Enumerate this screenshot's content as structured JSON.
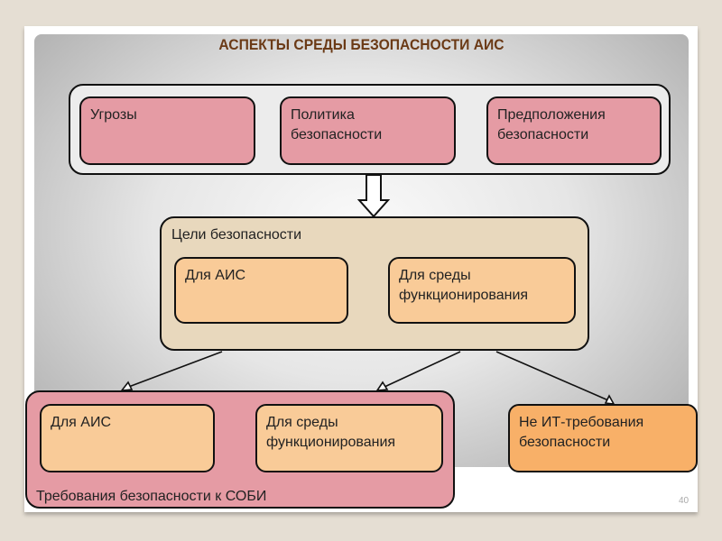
{
  "title": "АСПЕКТЫ СРЕДЫ БЕЗОПАСНОСТИ АИС",
  "top_group": {
    "items": [
      "Угрозы",
      "Политика безопасности",
      "Предположения безопасности"
    ]
  },
  "goals": {
    "label": "Цели безопасности",
    "items": [
      "Для АИС",
      "Для среды функционирования"
    ]
  },
  "requirements": {
    "label": "Требования безопасности к СОБИ",
    "items": [
      "Для АИС",
      "Для среды функционирования"
    ]
  },
  "non_it": "Не ИТ-требования безопасности",
  "page_number": "40",
  "colors": {
    "pink": "#e59ba4",
    "peach": "#f9cb98",
    "orange": "#f8b068",
    "beige": "#e8d8bd",
    "title": "#6b3a16"
  }
}
